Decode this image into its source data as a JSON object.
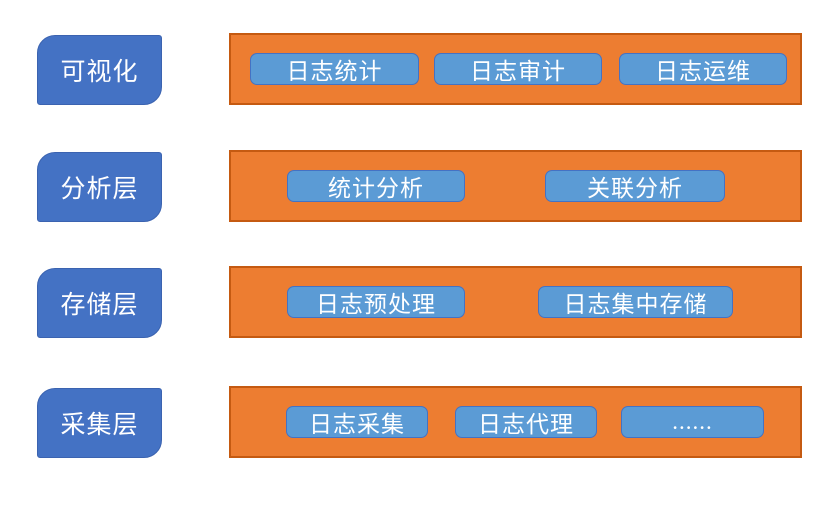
{
  "diagram": {
    "title": "log-platform-layered-architecture",
    "layers": [
      {
        "label": "可视化",
        "modules": [
          "日志统计",
          "日志审计",
          "日志运维"
        ]
      },
      {
        "label": "分析层",
        "modules": [
          "统计分析",
          "关联分析"
        ]
      },
      {
        "label": "存储层",
        "modules": [
          "日志预处理",
          "日志集中存储"
        ]
      },
      {
        "label": "采集层",
        "modules": [
          "日志采集",
          "日志代理",
          "......"
        ]
      }
    ],
    "colors": {
      "layer_box_fill": "#4472C4",
      "layer_box_border": "#3B63B0",
      "band_fill": "#ED7D31",
      "band_border": "#C55A11",
      "module_fill": "#5B9BD5",
      "module_border": "#4472C4",
      "text": "#FFFFFF"
    }
  }
}
